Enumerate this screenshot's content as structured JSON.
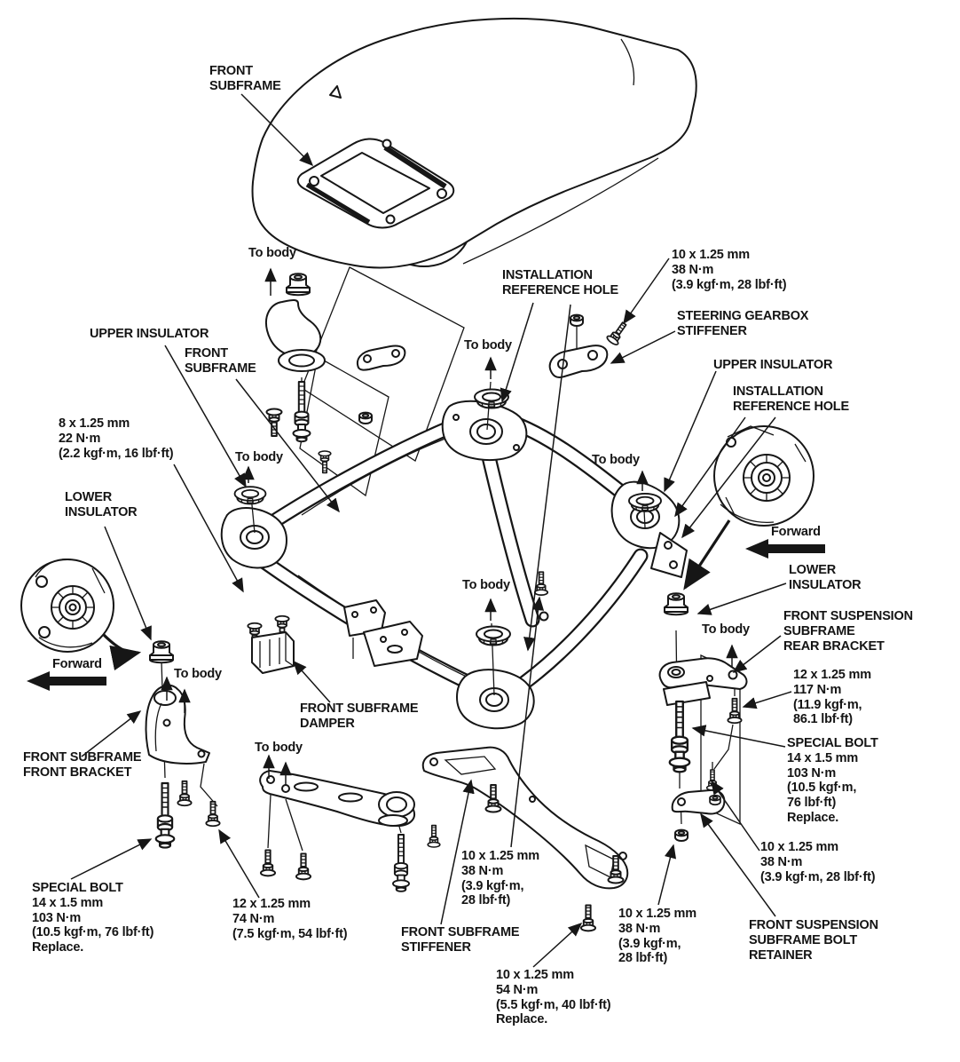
{
  "diagram": {
    "background": "#ffffff",
    "ink": "#161616",
    "labels": [
      {
        "id": "front-subframe-car",
        "text": "FRONT\nSUBFRAME"
      },
      {
        "id": "to-body-top-left",
        "text": "To body"
      },
      {
        "id": "spec-top-10-38",
        "text": "10 x 1.25 mm\n38 N·m\n(3.9 kgf·m, 28 lbf·ft)"
      },
      {
        "id": "installation-reference-hole-top",
        "text": "INSTALLATION\nREFERENCE HOLE"
      },
      {
        "id": "steering-gearbox-stiffener",
        "text": "STEERING GEARBOX\nSTIFFENER"
      },
      {
        "id": "upper-insulator-left",
        "text": "UPPER INSULATOR"
      },
      {
        "id": "front-subframe-left",
        "text": "FRONT\nSUBFRAME"
      },
      {
        "id": "to-body-top-center",
        "text": "To body"
      },
      {
        "id": "upper-insulator-right",
        "text": "UPPER INSULATOR"
      },
      {
        "id": "installation-reference-hole-right",
        "text": "INSTALLATION\nREFERENCE HOLE"
      },
      {
        "id": "spec-8-22",
        "text": "8 x 1.25 mm\n22 N·m\n(2.2 kgf·m, 16 lbf·ft)"
      },
      {
        "id": "to-body-left",
        "text": "To body"
      },
      {
        "id": "to-body-right",
        "text": "To body"
      },
      {
        "id": "lower-insulator-left",
        "text": "LOWER\nINSULATOR"
      },
      {
        "id": "forward-right",
        "text": "Forward"
      },
      {
        "id": "lower-insulator-right",
        "text": "LOWER\nINSULATOR"
      },
      {
        "id": "to-body-center",
        "text": "To body"
      },
      {
        "id": "front-suspension-subframe-rear-bracket",
        "text": "FRONT SUSPENSION\nSUBFRAME\nREAR BRACKET"
      },
      {
        "id": "to-body-right-lower",
        "text": "To body"
      },
      {
        "id": "forward-left",
        "text": "Forward"
      },
      {
        "id": "to-body-left-lower",
        "text": "To body"
      },
      {
        "id": "spec-12-117",
        "text": "12 x 1.25 mm\n117 N·m\n(11.9 kgf·m,\n86.1 lbf·ft)"
      },
      {
        "id": "front-subframe-damper",
        "text": "FRONT SUBFRAME\nDAMPER"
      },
      {
        "id": "special-bolt-right",
        "text": "SPECIAL BOLT\n14 x 1.5 mm\n103 N·m\n(10.5 kgf·m,\n76 lbf·ft)\nReplace."
      },
      {
        "id": "to-body-bottom-left",
        "text": "To body"
      },
      {
        "id": "front-subframe-front-bracket",
        "text": "FRONT SUBFRAME\nFRONT BRACKET"
      },
      {
        "id": "spec-10-38-right",
        "text": "10 x 1.25 mm\n38 N·m\n(3.9 kgf·m, 28 lbf·ft)"
      },
      {
        "id": "spec-10-38-center",
        "text": "10 x 1.25 mm\n38 N·m\n(3.9 kgf·m,\n28 lbf·ft)"
      },
      {
        "id": "special-bolt-left",
        "text": "SPECIAL BOLT\n14 x 1.5 mm\n103 N·m\n(10.5 kgf·m, 76 lbf·ft)\nReplace."
      },
      {
        "id": "spec-12-74",
        "text": "12 x 1.25 mm\n74 N·m\n(7.5 kgf·m, 54 lbf·ft)"
      },
      {
        "id": "spec-10-38-bottom",
        "text": "10 x 1.25 mm\n38 N·m\n(3.9 kgf·m,\n28 lbf·ft)"
      },
      {
        "id": "front-suspension-subframe-bolt-retainer",
        "text": "FRONT SUSPENSION\nSUBFRAME BOLT\nRETAINER"
      },
      {
        "id": "front-subframe-stiffener",
        "text": "FRONT SUBFRAME\nSTIFFENER"
      },
      {
        "id": "spec-10-54",
        "text": "10 x 1.25 mm\n54 N·m\n(5.5 kgf·m, 40 lbf·ft)\nReplace."
      }
    ]
  }
}
